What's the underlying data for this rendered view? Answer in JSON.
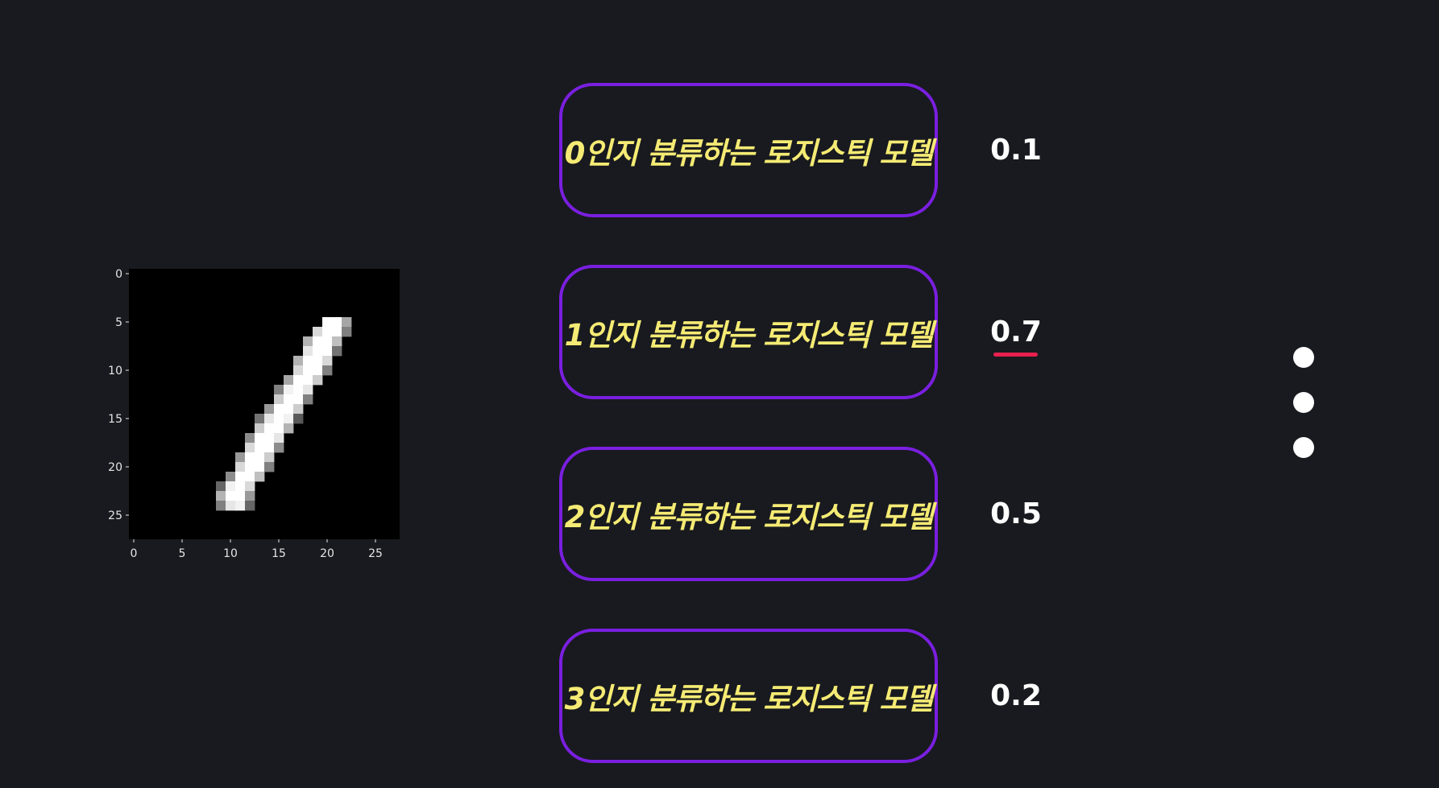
{
  "digit_image": {
    "pixel_grid_size": 28,
    "x_ticks": [
      "0",
      "5",
      "10",
      "15",
      "20",
      "25"
    ],
    "y_ticks": [
      "0",
      "5",
      "10",
      "15",
      "20",
      "25"
    ],
    "stroke_pixels": [
      [
        5,
        20,
        1.0
      ],
      [
        5,
        21,
        1.0
      ],
      [
        5,
        22,
        0.65
      ],
      [
        6,
        19,
        0.85
      ],
      [
        6,
        20,
        1.0
      ],
      [
        6,
        21,
        1.0
      ],
      [
        6,
        22,
        0.5
      ],
      [
        7,
        18,
        0.7
      ],
      [
        7,
        19,
        1.0
      ],
      [
        7,
        20,
        1.0
      ],
      [
        7,
        21,
        0.75
      ],
      [
        8,
        18,
        0.9
      ],
      [
        8,
        19,
        1.0
      ],
      [
        8,
        20,
        1.0
      ],
      [
        8,
        21,
        0.45
      ],
      [
        9,
        17,
        0.7
      ],
      [
        9,
        18,
        1.0
      ],
      [
        9,
        19,
        1.0
      ],
      [
        9,
        20,
        0.85
      ],
      [
        10,
        17,
        0.85
      ],
      [
        10,
        18,
        1.0
      ],
      [
        10,
        19,
        1.0
      ],
      [
        10,
        20,
        0.5
      ],
      [
        11,
        16,
        0.65
      ],
      [
        11,
        17,
        1.0
      ],
      [
        11,
        18,
        1.0
      ],
      [
        11,
        19,
        0.8
      ],
      [
        12,
        15,
        0.5
      ],
      [
        12,
        16,
        0.95
      ],
      [
        12,
        17,
        1.0
      ],
      [
        12,
        18,
        0.9
      ],
      [
        13,
        15,
        0.8
      ],
      [
        13,
        16,
        1.0
      ],
      [
        13,
        17,
        1.0
      ],
      [
        13,
        18,
        0.5
      ],
      [
        14,
        14,
        0.6
      ],
      [
        14,
        15,
        1.0
      ],
      [
        14,
        16,
        1.0
      ],
      [
        14,
        17,
        0.8
      ],
      [
        15,
        13,
        0.45
      ],
      [
        15,
        14,
        0.9
      ],
      [
        15,
        15,
        1.0
      ],
      [
        15,
        16,
        0.95
      ],
      [
        15,
        17,
        0.35
      ],
      [
        16,
        13,
        0.8
      ],
      [
        16,
        14,
        1.0
      ],
      [
        16,
        15,
        1.0
      ],
      [
        16,
        16,
        0.7
      ],
      [
        17,
        12,
        0.55
      ],
      [
        17,
        13,
        1.0
      ],
      [
        17,
        14,
        1.0
      ],
      [
        17,
        15,
        0.9
      ],
      [
        18,
        12,
        0.85
      ],
      [
        18,
        13,
        1.0
      ],
      [
        18,
        14,
        1.0
      ],
      [
        18,
        15,
        0.55
      ],
      [
        19,
        11,
        0.6
      ],
      [
        19,
        12,
        1.0
      ],
      [
        19,
        13,
        1.0
      ],
      [
        19,
        14,
        0.8
      ],
      [
        20,
        11,
        0.85
      ],
      [
        20,
        12,
        1.0
      ],
      [
        20,
        13,
        1.0
      ],
      [
        20,
        14,
        0.5
      ],
      [
        21,
        10,
        0.55
      ],
      [
        21,
        11,
        1.0
      ],
      [
        21,
        12,
        1.0
      ],
      [
        21,
        13,
        0.75
      ],
      [
        22,
        9,
        0.4
      ],
      [
        22,
        10,
        0.95
      ],
      [
        22,
        11,
        1.0
      ],
      [
        22,
        12,
        0.85
      ],
      [
        23,
        9,
        0.7
      ],
      [
        23,
        10,
        1.0
      ],
      [
        23,
        11,
        1.0
      ],
      [
        23,
        12,
        0.6
      ],
      [
        24,
        9,
        0.5
      ],
      [
        24,
        10,
        0.9
      ],
      [
        24,
        11,
        0.95
      ],
      [
        24,
        12,
        0.4
      ]
    ]
  },
  "models": [
    {
      "label": "0인지 분류하는 로지스틱 모델",
      "probability": "0.1",
      "highlighted": false
    },
    {
      "label": "1인지 분류하는 로지스틱 모델",
      "probability": "0.7",
      "highlighted": true
    },
    {
      "label": "2인지 분류하는 로지스틱 모델",
      "probability": "0.5",
      "highlighted": false
    },
    {
      "label": "3인지 분류하는 로지스틱 모델",
      "probability": "0.2",
      "highlighted": false
    }
  ],
  "colors": {
    "background": "#181a1f",
    "box_border": "#7a1fe0",
    "label_text": "#f5eb74",
    "probability_text": "#ffffff",
    "highlight_underline": "#e8204e"
  }
}
